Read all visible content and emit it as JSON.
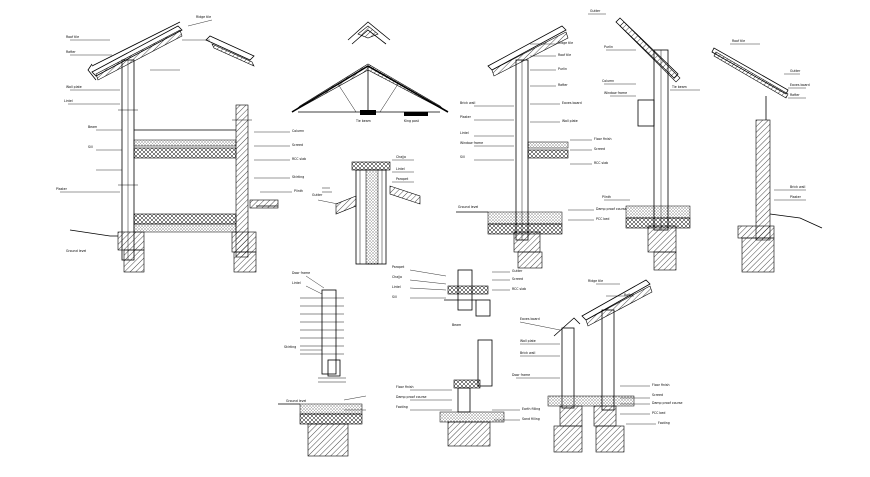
{
  "drawing": {
    "labels": [
      "Roof tile",
      "Ridge tile",
      "Rafter",
      "Purlin",
      "Wall plate",
      "Tie beam",
      "King post",
      "Brick wall",
      "Plaster",
      "Lintel",
      "Sill",
      "Floor finish",
      "Screed",
      "RCC slab",
      "Beam",
      "Damp proof course",
      "Plinth",
      "Ground level",
      "PCC bed",
      "Footing",
      "Earth filling",
      "Sand filling",
      "Chajja",
      "Parapet",
      "Skirting",
      "Window frame",
      "Door frame",
      "Column",
      "Gutter",
      "Eaves board"
    ]
  }
}
